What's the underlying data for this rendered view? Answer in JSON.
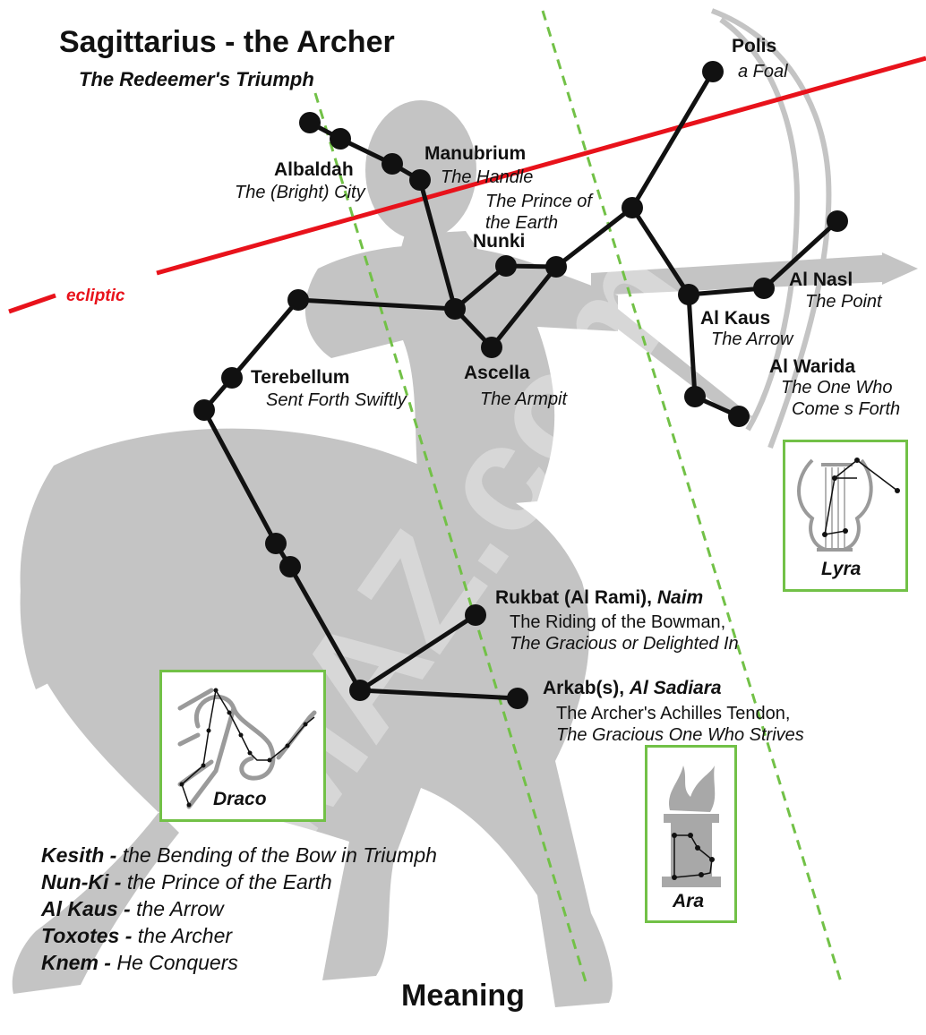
{
  "title": "Sagittarius - the Archer",
  "subtitle": "The Redeemer's Triumph",
  "ecliptic_label": "ecliptic",
  "watermark": "©MAZ.com",
  "colors": {
    "ecliptic": "#e8121b",
    "boundary": "#72c147",
    "silhouette": "#c4c4c4",
    "lines": "#111111"
  },
  "stars": {
    "polis": {
      "name": "Polis",
      "meaning": "a Foal"
    },
    "manubrium": {
      "name": "Manubrium",
      "meaning": "The Handle"
    },
    "albaldah": {
      "name": "Albaldah",
      "meaning": "The (Bright) City"
    },
    "prince": {
      "meaning_line1": "The Prince of",
      "meaning_line2": "the Earth"
    },
    "nunki": {
      "name": "Nunki"
    },
    "al_nasl": {
      "name": "Al Nasl",
      "meaning": "The Point"
    },
    "al_kaus": {
      "name": "Al Kaus",
      "meaning": "The Arrow"
    },
    "al_warida": {
      "name": "Al Warida",
      "meaning_line1": "The One Who",
      "meaning_line2": "Come s Forth"
    },
    "terebellum": {
      "name": "Terebellum",
      "meaning": "Sent Forth Swiftly"
    },
    "ascella": {
      "name": "Ascella",
      "meaning": "The Armpit"
    },
    "rukbat": {
      "name": "Rukbat (Al Rami),",
      "alt": "Naim",
      "meaning_line1": "The Riding of the Bowman,",
      "meaning_line2": "The Gracious or Delighted In"
    },
    "arkab": {
      "name": "Arkab(s),",
      "alt": "Al Sadiara",
      "meaning_line1": "The Archer's Achilles Tendon,",
      "meaning_line2": "The Gracious One Who Strives"
    }
  },
  "decans": {
    "lyra": "Lyra",
    "draco": "Draco",
    "ara": "Ara"
  },
  "legend": [
    {
      "key": "Kesith -",
      "value": "the Bending of the Bow in Triumph"
    },
    {
      "key": "Nun-Ki -",
      "value": "the Prince of the Earth"
    },
    {
      "key": "Al Kaus -",
      "value": "the Arrow"
    },
    {
      "key": "Toxotes -",
      "value": "the Archer"
    },
    {
      "key": "Knem -",
      "value": "He Conquers"
    }
  ],
  "footer": "Meaning"
}
